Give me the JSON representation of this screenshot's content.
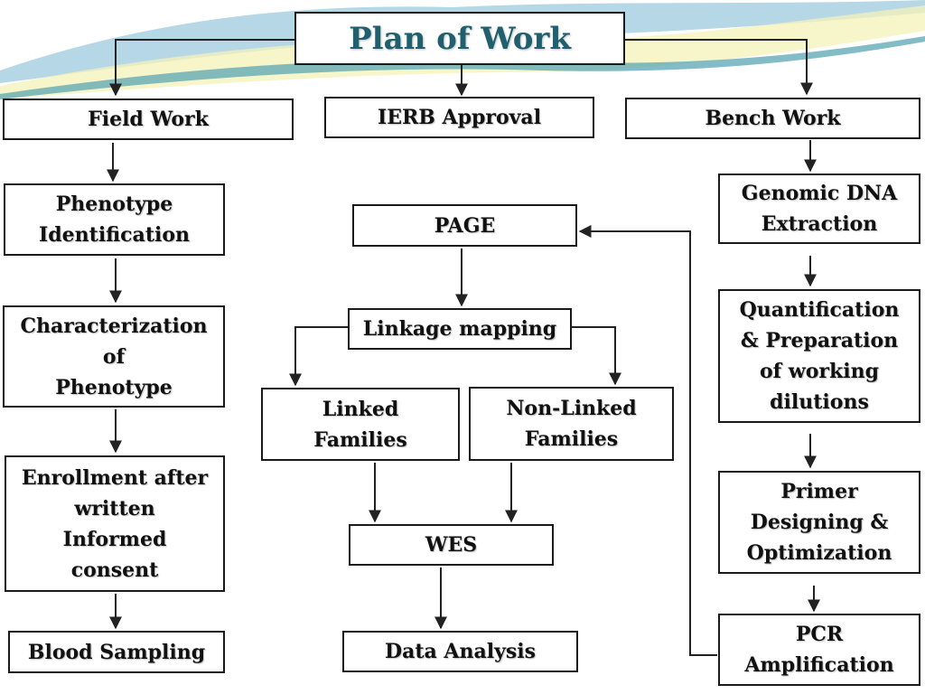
{
  "diagram": {
    "title": "Plan of Work",
    "colors": {
      "title_text": "#1f5f6e",
      "box_border": "#1a1a1a",
      "arrow": "#222222",
      "wave_blue": "#9ec9dc",
      "wave_yellow": "#f4f1b8",
      "wave_teal": "#5aa5b3"
    },
    "nodes": {
      "field_work": "Field Work",
      "ierb_approval": "IERB Approval",
      "bench_work": "Bench Work",
      "phenotype_identification": "Phenotype\nIdentification",
      "characterization_of_phenotype": "Characterization\nof\nPhenotype",
      "enrollment_consent": "Enrollment after\nwritten\nInformed\nconsent",
      "blood_sampling": "Blood  Sampling",
      "page": "PAGE",
      "linkage_mapping": "Linkage  mapping",
      "linked_families": "Linked\nFamilies",
      "non_linked_families": "Non-Linked\nFamilies",
      "wes": "WES",
      "data_analysis": "Data Analysis",
      "genomic_dna_extraction": "Genomic  DNA\nExtraction",
      "quantification_preparation": "Quantification\n& Preparation\nof working\ndilutions",
      "primer_designing": "Primer\nDesigning &\nOptimization",
      "pcr_amplification": "PCR\nAmplification"
    },
    "edges": [
      {
        "from": "title",
        "to": "field_work"
      },
      {
        "from": "title",
        "to": "ierb_approval"
      },
      {
        "from": "title",
        "to": "bench_work"
      },
      {
        "from": "field_work",
        "to": "phenotype_identification"
      },
      {
        "from": "phenotype_identification",
        "to": "characterization_of_phenotype"
      },
      {
        "from": "characterization_of_phenotype",
        "to": "enrollment_consent"
      },
      {
        "from": "enrollment_consent",
        "to": "blood_sampling"
      },
      {
        "from": "page",
        "to": "linkage_mapping"
      },
      {
        "from": "linkage_mapping",
        "to": "linked_families"
      },
      {
        "from": "linkage_mapping",
        "to": "non_linked_families"
      },
      {
        "from": "linked_families",
        "to": "wes"
      },
      {
        "from": "non_linked_families",
        "to": "wes"
      },
      {
        "from": "wes",
        "to": "data_analysis"
      },
      {
        "from": "bench_work",
        "to": "genomic_dna_extraction"
      },
      {
        "from": "genomic_dna_extraction",
        "to": "quantification_preparation"
      },
      {
        "from": "quantification_preparation",
        "to": "primer_designing"
      },
      {
        "from": "primer_designing",
        "to": "pcr_amplification"
      },
      {
        "from": "pcr_amplification",
        "to": "page"
      }
    ]
  }
}
